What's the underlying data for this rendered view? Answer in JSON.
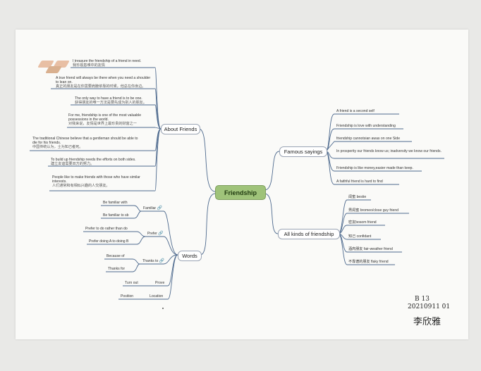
{
  "center": "Friendship",
  "branches": {
    "about": "About Friends",
    "words": "Words",
    "famous": "Famous sayings",
    "kinds": "All kinds of friendship"
  },
  "about_items": [
    {
      "en": "I treasure the friendship of a friend in need.",
      "cn": "我珍视患难中的友情"
    },
    {
      "en": "A true friend will always be there when you need a shoulder to lean on.",
      "cn": "真正的朋友是在你需要肩膀依靠的时候，他总在你身边。"
    },
    {
      "en": "The only way to have a friend is to be one.",
      "cn": "获得朋友的唯一方法是要先成为别人的朋友。"
    },
    {
      "en": "For me, friendship is one of the most valuable possessions in the world.",
      "cn": "对我来说，友情是世界上最珍贵的财富之一"
    },
    {
      "en": "The traditional Chinese believe that a gentleman should be able to die for his friends.",
      "cn": "中国传统认为，士为知己者死。"
    },
    {
      "en": "To build up friendship needs the efforts on both sides.",
      "cn": "建立友谊需要双方的努力。"
    },
    {
      "en": "People like to make friends with those who have similar interests.",
      "cn": "人们通常和有相似兴趣的人交朋友。"
    }
  ],
  "words": {
    "familiar": {
      "label": "Familiar",
      "items": [
        "Be familiar  with",
        "Be familiar to sb"
      ]
    },
    "prefer": {
      "label": "Prefer",
      "items": [
        "Prefer to do rather than do",
        "Prefer doing A to doing B"
      ]
    },
    "thanks": {
      "label": "Thanks to",
      "items": [
        "Because of",
        "Thanks for"
      ]
    },
    "prove": {
      "label": "Prove",
      "item": "Turn out"
    },
    "location": {
      "label": "Location",
      "item": "Position"
    }
  },
  "famous_items": [
    "A friend is a second self",
    "Friendship is love with understanding",
    "friendship cannotsian awas on one Side",
    "In prosperity our friends know us; inadversity we know our friends.",
    "Friendship is like money,easier made than keep.",
    "A faithful friend is hard to find"
  ],
  "kinds_items": [
    "闺蜜 bestie",
    "男闺蜜 bromeo/close guy friend",
    "密友bosom friend",
    "知己 confidant",
    "酒肉朋友 fair-weather friend",
    "不靠谱的朋友 flaky friend"
  ],
  "signature": {
    "line1": "B 13",
    "line2": "20210911 01",
    "name": "李欣雅"
  }
}
